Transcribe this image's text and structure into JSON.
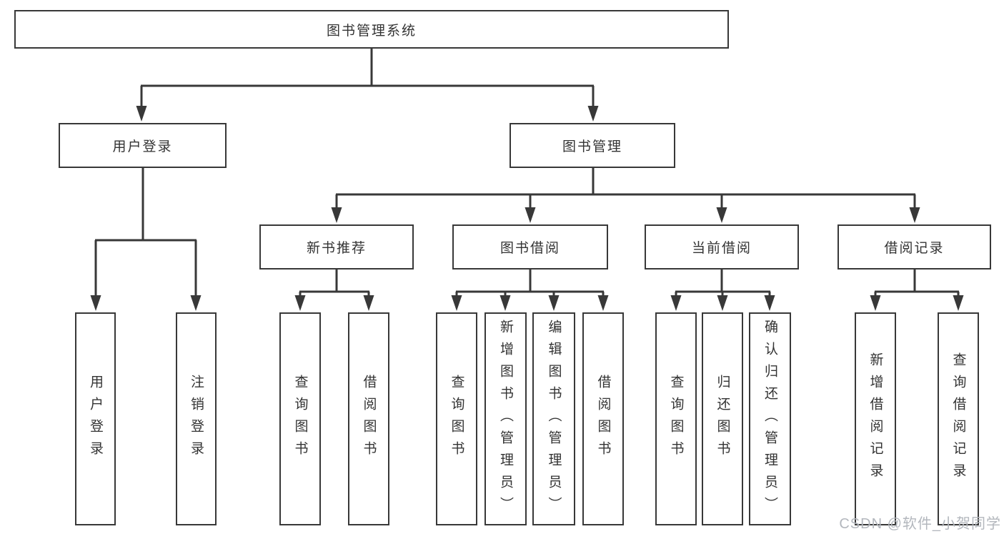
{
  "diagram": {
    "root": {
      "label": "图书管理系统",
      "children": [
        {
          "label": "用户登录",
          "children": [
            {
              "label": "用户登录"
            },
            {
              "label": "注销登录"
            }
          ]
        },
        {
          "label": "图书管理",
          "children": [
            {
              "label": "新书推荐",
              "children": [
                {
                  "label": "查询图书"
                },
                {
                  "label": "借阅图书"
                }
              ]
            },
            {
              "label": "图书借阅",
              "children": [
                {
                  "label": "查询图书"
                },
                {
                  "label": "新增图书（管理员）"
                },
                {
                  "label": "编辑图书（管理员）"
                },
                {
                  "label": "借阅图书"
                }
              ]
            },
            {
              "label": "当前借阅",
              "children": [
                {
                  "label": "查询图书"
                },
                {
                  "label": "归还图书"
                },
                {
                  "label": "确认归还（管理员）"
                }
              ]
            },
            {
              "label": "借阅记录",
              "children": [
                {
                  "label": "新增借阅记录"
                },
                {
                  "label": "查询借阅记录"
                }
              ]
            }
          ]
        }
      ]
    }
  },
  "watermark": {
    "text": "CSDN @软件_小贺同学"
  },
  "colors": {
    "line": "#383838",
    "text": "#333333",
    "watermark": "#b3b7bd",
    "background": "#ffffff"
  }
}
